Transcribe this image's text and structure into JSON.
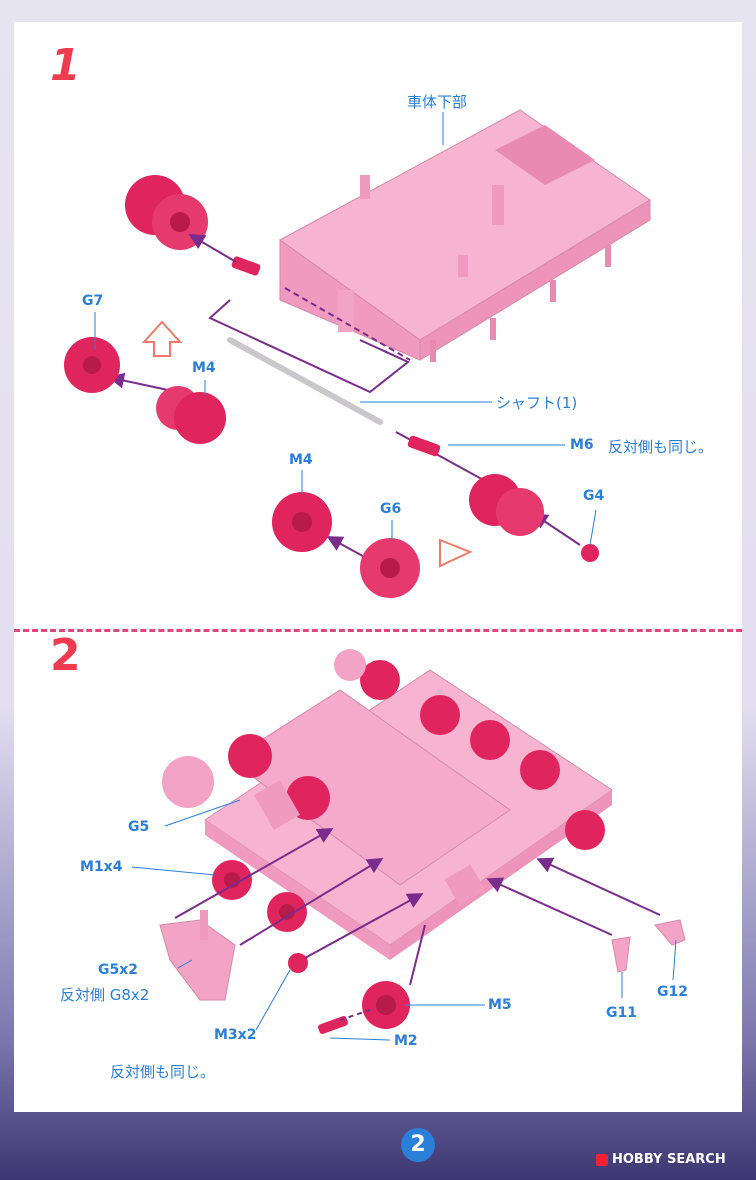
{
  "steps": [
    {
      "number": "1"
    },
    {
      "number": "2"
    }
  ],
  "step1": {
    "labels": {
      "hull": "車体下部",
      "shaft": "シャフト(1)",
      "m6": "M6",
      "m6_note": "反対側も同じ。",
      "g7": "G7",
      "m4_left": "M4",
      "m4_bottom": "M4",
      "g6": "G6",
      "g4": "G4"
    }
  },
  "step2": {
    "labels": {
      "g5": "G5",
      "m1x4": "M1x4",
      "g5x2": "G5x2",
      "opposite_g8": "反対側 G8x2",
      "m3x2": "M3x2",
      "m5": "M5",
      "m2": "M2",
      "g11": "G11",
      "g12": "G12",
      "same_note": "反対側も同じ。"
    }
  },
  "page_number": "2",
  "watermark": "HOBBY SEARCH",
  "colors": {
    "part_pink": "#f6a8c8",
    "part_red": "#e0245e",
    "arrow_purple": "#7a2c8c",
    "label_blue": "#2a7fd8",
    "step_red": "#ef3a4f"
  }
}
